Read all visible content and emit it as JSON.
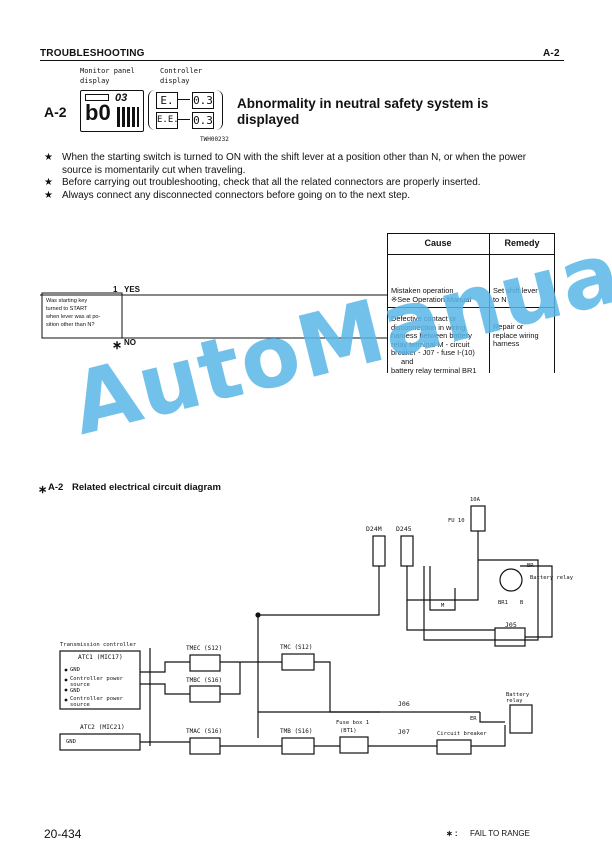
{
  "header": {
    "section": "TROUBLESHOOTING",
    "code": "A-2"
  },
  "panel": {
    "monitor_label_1": "Monitor panel",
    "monitor_label_2": "display",
    "controller_label_1": "Controller",
    "controller_label_2": "display",
    "code": "A-2",
    "monitor_digits": "b0",
    "monitor_small": "03",
    "ctrl_top": "E.",
    "ctrl_top_r": "0.3",
    "ctrl_bot": "E.E.",
    "ctrl_bot_r": "0.3",
    "fig_id": "TWH00232"
  },
  "title": {
    "line1": "Abnormality in neutral safety system is",
    "line2": "displayed"
  },
  "bullets": [
    {
      "mark": "★",
      "text": "When the starting switch is turned to ON with the shift lever at a position other than N, or when the power source is momentarily cut when traveling."
    },
    {
      "mark": "★",
      "text": "Before carrying out troubleshooting, check that all the related connectors are properly inserted."
    },
    {
      "mark": "★",
      "text": "Always connect any disconnected connectors before going on to the next step."
    }
  ],
  "table": {
    "cause_header": "Cause",
    "remedy_header": "Remedy",
    "rows": [
      {
        "cause": [
          "Mistaken operation",
          "※See Operation Manual"
        ],
        "remedy": [
          "Set shift lever",
          "to N"
        ]
      },
      {
        "cause": [
          "Defective contact or",
          "disconnection in wiring",
          "harness between battery",
          "relay terminal M - circuit",
          "breaker - J07 - fuse I-(10)",
          "and",
          "battery relay terminal BR1"
        ],
        "remedy": [
          "Repair or",
          "replace wiring",
          "harness"
        ]
      }
    ]
  },
  "flow": {
    "step": "1",
    "yes": "YES",
    "no": "NO",
    "no_mark": "∗",
    "question": [
      "Was starting key",
      "turned to START",
      "when lever was at po-",
      "sition other than N?"
    ]
  },
  "watermark": "AutoManual",
  "diagram_title": {
    "mark": "∗",
    "code": "A-2",
    "text": "Related electrical circuit diagram"
  },
  "diagram": {
    "fuse_top": "10A",
    "fuse": "FU 10",
    "d24m": "D24M",
    "d245": "D245",
    "batt_relay_top": "Battery relay",
    "br": "BR",
    "m": "M",
    "br1": "BR1",
    "b": "B",
    "j05": "J05",
    "j06": "J06",
    "j07": "J07",
    "tc_title": "Transmission controller",
    "atc1": "ATC1 (MIC17)",
    "atc2": "ATC2 (MIC21)",
    "gnd": "GND",
    "ctrl_power_1": "Controller power source",
    "ctrl_power_2": "Controller power source",
    "tmec": "TMEC (S12)",
    "tmbc": "TMBC (S16)",
    "tmac": "TMAC (S16)",
    "tmc": "TMC (S12)",
    "tmb": "TMB (S16)",
    "fuse_box": "Fuse box 1",
    "bt1": "(BT1)",
    "er": "ER",
    "battery_relay": "Battery relay",
    "circuit_breaker": "Circuit breaker"
  },
  "footer": {
    "page": "20-434",
    "mark": "∗ :",
    "note": "FAIL TO RANGE"
  }
}
